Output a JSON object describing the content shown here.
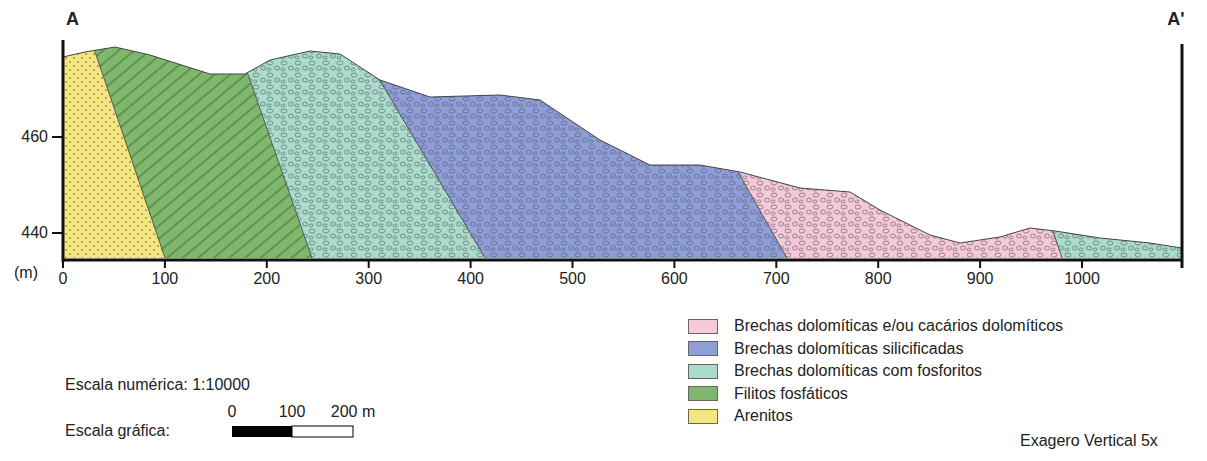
{
  "diagram": {
    "labels": [
      "A",
      "A'",
      "460",
      "440",
      "(m)",
      "0",
      "100",
      "200",
      "300",
      "400",
      "500",
      "600",
      "700",
      "800",
      "900",
      "1000",
      "Escala numérica: 1:10000",
      "Escala gráfica:",
      "0",
      "100",
      "200 m",
      "Exagero Vertical 5x"
    ],
    "legend": [
      {
        "text": "Brechas dolomíticas e/ou cacários dolomíticos",
        "color": "#f6c8d8"
      },
      {
        "text": "Brechas dolomíticas silicificadas",
        "color": "#8e9ed8"
      },
      {
        "text": "Brechas dolomíticas com fosforitos",
        "color": "#a9dcca"
      },
      {
        "text": "Filitos fosfáticos",
        "color": "#7fb86c"
      },
      {
        "text": "Arenitos",
        "color": "#f4e57e"
      }
    ]
  }
}
